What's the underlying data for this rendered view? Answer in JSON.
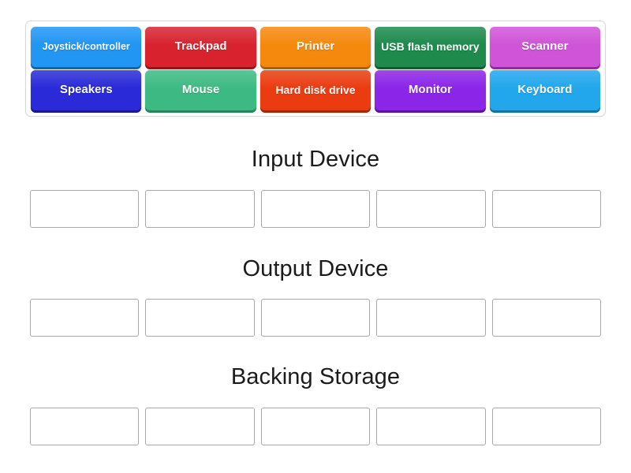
{
  "activity": {
    "type": "group-sort",
    "tile_pool_label": "draggable-items"
  },
  "tiles": [
    {
      "id": "joystick",
      "label": "Joystick/controller",
      "color": "#2196f3",
      "shadow": "#1565a8",
      "lines": 1,
      "size": "small"
    },
    {
      "id": "trackpad",
      "label": "Trackpad",
      "color": "#d8232f",
      "shadow": "#9c1018",
      "lines": 1,
      "size": "normal"
    },
    {
      "id": "printer",
      "label": "Printer",
      "color": "#f5890d",
      "shadow": "#b25f00",
      "lines": 1,
      "size": "normal"
    },
    {
      "id": "usb",
      "label": "USB flash memory",
      "color": "#1e8a4c",
      "shadow": "#115c31",
      "lines": 2,
      "size": "two-line"
    },
    {
      "id": "scanner",
      "label": "Scanner",
      "color": "#cf54d8",
      "shadow": "#9229a0",
      "lines": 1,
      "size": "normal"
    },
    {
      "id": "speakers",
      "label": "Speakers",
      "color": "#2a2ad8",
      "shadow": "#17179c",
      "lines": 1,
      "size": "normal"
    },
    {
      "id": "mouse",
      "label": "Mouse",
      "color": "#3dba83",
      "shadow": "#25865c",
      "lines": 1,
      "size": "normal"
    },
    {
      "id": "harddisk",
      "label": "Hard disk drive",
      "color": "#ea3c10",
      "shadow": "#a82505",
      "lines": 2,
      "size": "two-line"
    },
    {
      "id": "monitor",
      "label": "Monitor",
      "color": "#8b25e8",
      "shadow": "#5d10a3",
      "lines": 1,
      "size": "normal"
    },
    {
      "id": "keyboard",
      "label": "Keyboard",
      "color": "#22a7ec",
      "shadow": "#1271a5",
      "lines": 1,
      "size": "normal"
    }
  ],
  "categories": [
    {
      "id": "input",
      "title": "Input Device",
      "slots": [
        "",
        "",
        "",
        "",
        ""
      ]
    },
    {
      "id": "output",
      "title": "Output Device",
      "slots": [
        "",
        "",
        "",
        "",
        ""
      ]
    },
    {
      "id": "backing",
      "title": "Backing Storage",
      "slots": [
        "",
        "",
        "",
        "",
        ""
      ]
    }
  ]
}
